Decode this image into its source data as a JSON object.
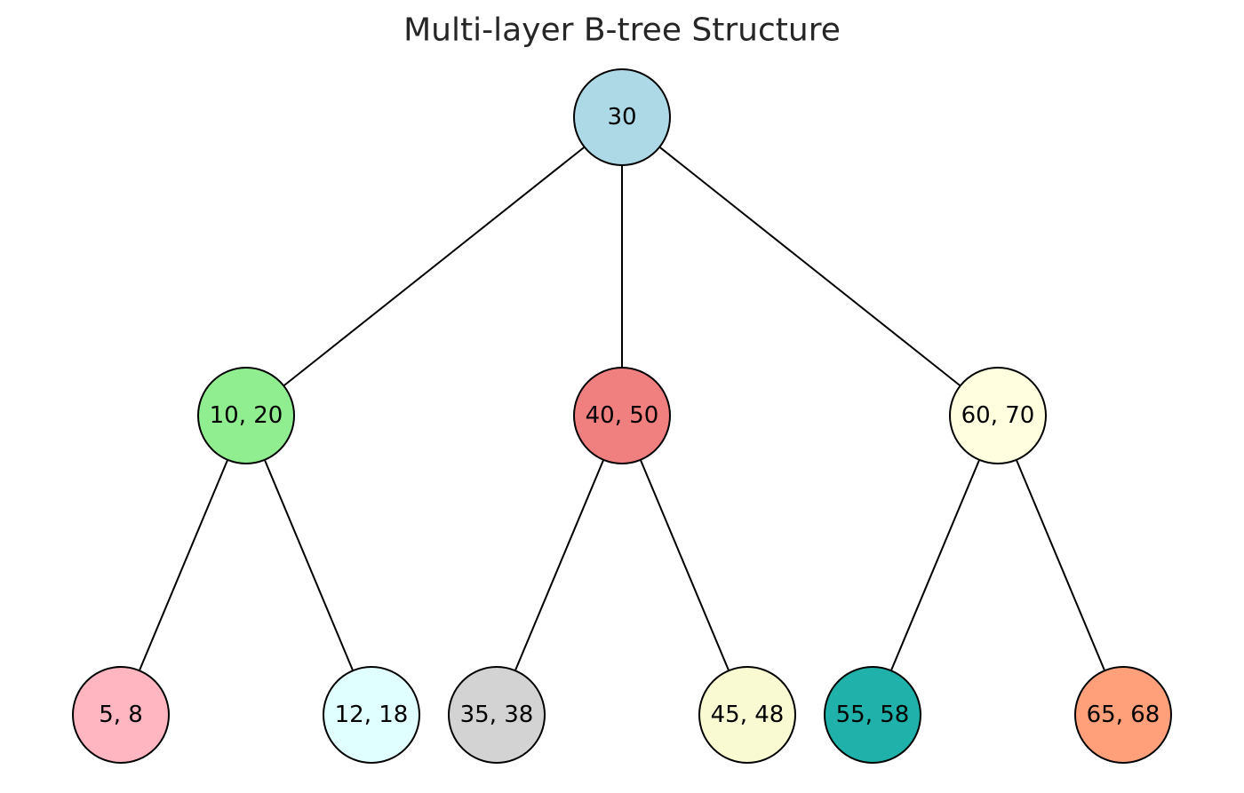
{
  "title": "Multi-layer B-tree Structure",
  "nodes": [
    {
      "id": "root",
      "label": "30",
      "color": "#add8e6"
    },
    {
      "id": "n1",
      "label": "10, 20",
      "color": "#90ee90"
    },
    {
      "id": "n2",
      "label": "40, 50",
      "color": "#f08080"
    },
    {
      "id": "n3",
      "label": "60, 70",
      "color": "#ffffe0"
    },
    {
      "id": "l1",
      "label": "5, 8",
      "color": "#ffb6c1"
    },
    {
      "id": "l2",
      "label": "12, 18",
      "color": "#e0ffff"
    },
    {
      "id": "l3",
      "label": "35, 38",
      "color": "#d3d3d3"
    },
    {
      "id": "l4",
      "label": "45, 48",
      "color": "#fafad2"
    },
    {
      "id": "l5",
      "label": "55, 58",
      "color": "#20b2aa"
    },
    {
      "id": "l6",
      "label": "65, 68",
      "color": "#ffa07a"
    }
  ],
  "edges": [
    [
      "root",
      "n1"
    ],
    [
      "root",
      "n2"
    ],
    [
      "root",
      "n3"
    ],
    [
      "n1",
      "l1"
    ],
    [
      "n1",
      "l2"
    ],
    [
      "n2",
      "l3"
    ],
    [
      "n2",
      "l4"
    ],
    [
      "n3",
      "l5"
    ],
    [
      "n3",
      "l6"
    ]
  ]
}
